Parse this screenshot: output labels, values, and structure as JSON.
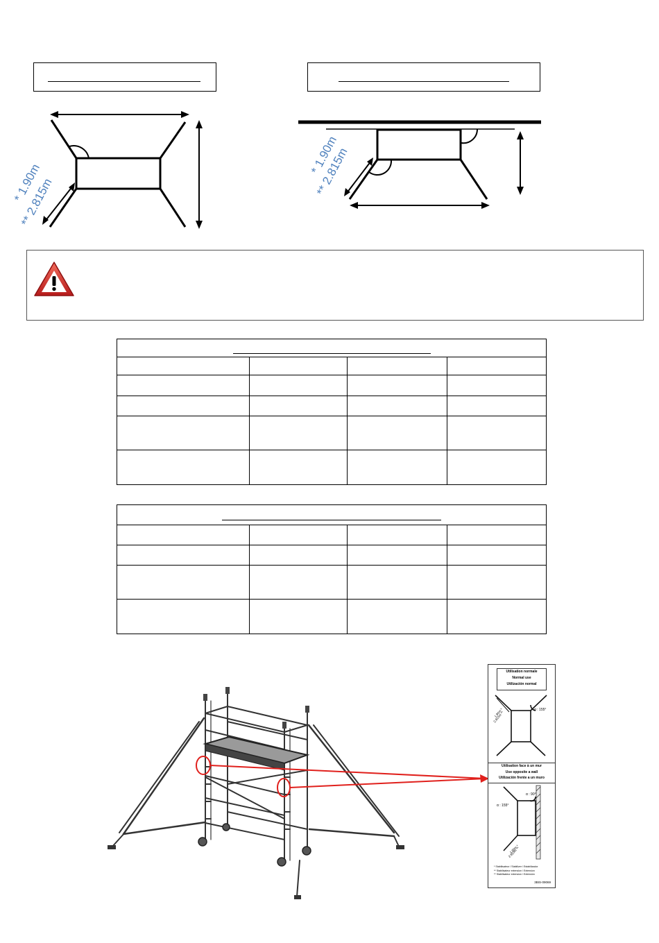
{
  "diagram_normal": {
    "dim_short": "* 1.90m",
    "dim_long": "** 2.815m"
  },
  "diagram_wall": {
    "dim_short": "* 1.90m",
    "dim_long": "** 2.815m"
  },
  "colors": {
    "dimension_text": "#4f81bd",
    "warning_red": "#d9201c",
    "callout_red": "#e0201c",
    "line": "#000000"
  },
  "icons": [
    "warning-triangle-icon"
  ],
  "label_card": {
    "normal_use": [
      "Utilisation normale",
      "Normal use",
      "Utilización normal"
    ],
    "angle_normal": "α : 155°",
    "angle_short_1": "1.90m *",
    "angle_short_2": "2.815m **",
    "wall_use": [
      "Utilisation face à un mur",
      "Use opposite a wall",
      "Utilización frente a un muro"
    ],
    "angle_wall_90": "α : 90°",
    "angle_wall_155": "α : 155°",
    "legend": [
      "* Stabilisateur / Stabilizer / Estabilizador",
      "** Stabilisateur extension / Extension",
      "** Stabilisateur extension / Extensión"
    ],
    "code": "3BIS-09069"
  }
}
